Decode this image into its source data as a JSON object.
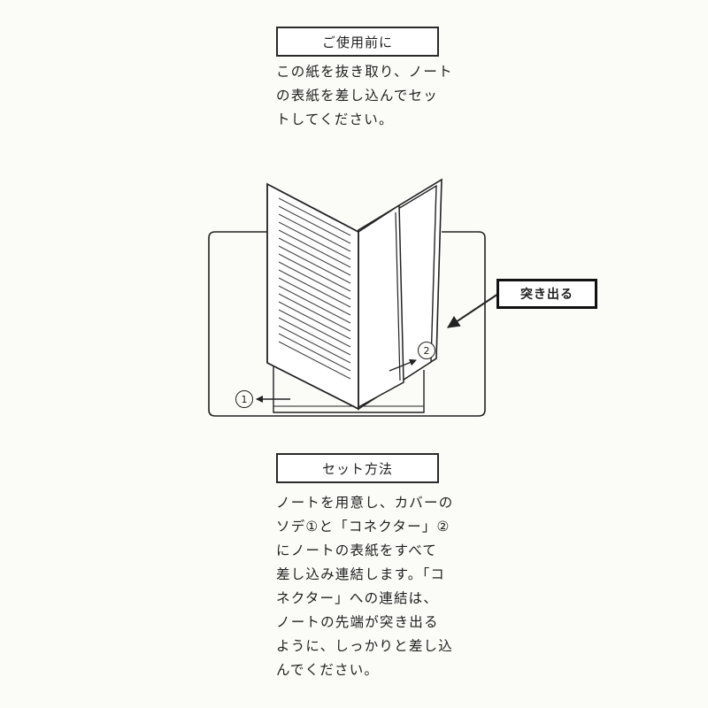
{
  "before_use": {
    "heading": "ご使用前に",
    "lines": [
      "この紙を抜き取り、ノート",
      "の表紙を差し込んでセッ",
      "トしてください。"
    ]
  },
  "diagram": {
    "callout": "突き出る",
    "marker_1": "1",
    "marker_2": "2"
  },
  "set_method": {
    "heading": "セット方法",
    "lines": [
      "ノートを用意し、カバーの",
      "ソデ①と「コネクター」②",
      "にノートの表紙をすべて",
      "差し込み連結します。「コ",
      "ネクター」への連結は、",
      "ノートの先端が突き出る",
      "ように、しっかりと差し込",
      "んでください。"
    ]
  }
}
